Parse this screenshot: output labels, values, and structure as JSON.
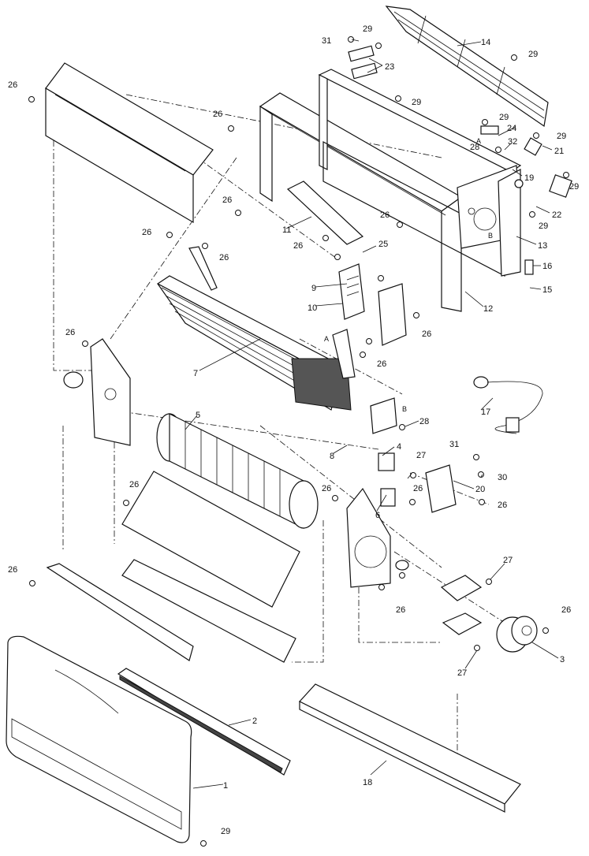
{
  "callouts": {
    "c1": "1",
    "c2": "2",
    "c3": "3",
    "c4": "4",
    "c5": "5",
    "c6": "6",
    "c7": "7",
    "c8": "8",
    "c9": "9",
    "c10": "10",
    "c11": "11",
    "c12": "12",
    "c13": "13",
    "c14": "14",
    "c15": "15",
    "c16": "16",
    "c17": "17",
    "c18": "18",
    "c19": "19",
    "c20": "20",
    "c21": "21",
    "c22": "22",
    "c23": "23",
    "c24": "24",
    "c25": "25",
    "c26": "26",
    "c27": "27",
    "c28": "28",
    "c29": "29",
    "c30": "30",
    "c31": "31",
    "c32": "32"
  },
  "markers": {
    "a": "A",
    "b": "B"
  }
}
